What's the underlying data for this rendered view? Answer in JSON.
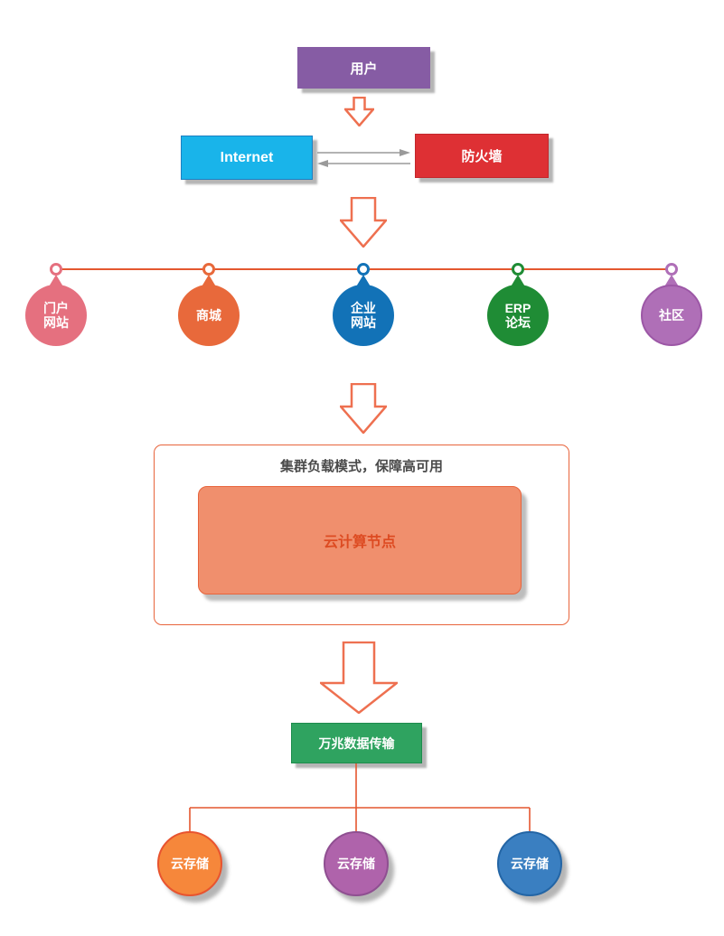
{
  "diagram": {
    "palette": {
      "arrow_outline": "#EE7050",
      "connector": "#E4572F",
      "exchange_arrows": "#9A9A9A",
      "cluster_border": "#E8643C",
      "title_text": "#4A4A4A",
      "background": "#FFFFFF"
    },
    "user": {
      "label": "用户",
      "fill": "#865CA4"
    },
    "internet": {
      "label": "Internet",
      "fill": "#19B4EA",
      "border": "#1D7FC1"
    },
    "firewall": {
      "label": "防火墙",
      "fill": "#DE3034",
      "border": "#C2282C"
    },
    "services": [
      {
        "label": "门户\n网站",
        "fill": "#E5707F"
      },
      {
        "label": "商城",
        "fill": "#E8693B"
      },
      {
        "label": "企业\n网站",
        "fill": "#1272B7"
      },
      {
        "label": "ERP\n论坛",
        "fill": "#1F8C35"
      },
      {
        "label": "社区",
        "fill": "#AF6FB7",
        "border": "#9C57A6"
      }
    ],
    "cluster": {
      "title": "集群负载模式，保障高可用",
      "node_label": "云计算节点",
      "node_fill": "#F08F6D",
      "node_text": "#DD4B22",
      "border": "#E8643C"
    },
    "transfer": {
      "label": "万兆数据传输",
      "fill": "#2FA360",
      "border": "#1E8C4D"
    },
    "storage": [
      {
        "label": "云存储",
        "fill": "#F6873B",
        "border": "#E8542F"
      },
      {
        "label": "云存储",
        "fill": "#AF63AB",
        "border": "#8F4F91"
      },
      {
        "label": "云存储",
        "fill": "#3A7FC1",
        "border": "#2365A5"
      }
    ]
  }
}
